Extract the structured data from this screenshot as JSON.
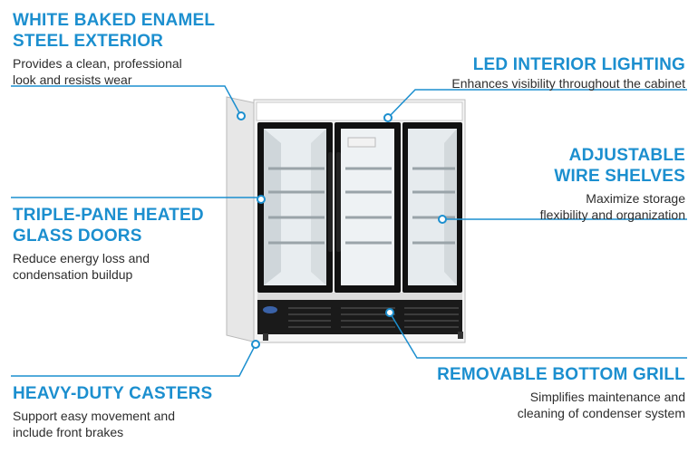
{
  "features": {
    "exterior": {
      "title_1": "WHITE BAKED ENAMEL",
      "title_2": "STEEL EXTERIOR",
      "desc_1": "Provides a clean, professional",
      "desc_2": "look and resists wear"
    },
    "lighting": {
      "title_1": "LED INTERIOR LIGHTING",
      "desc_1": "Enhances visibility throughout the cabinet"
    },
    "shelves": {
      "title_1": "ADJUSTABLE",
      "title_2": "WIRE SHELVES",
      "desc_1": "Maximize storage",
      "desc_2": "flexibility and organization"
    },
    "doors": {
      "title_1": "TRIPLE-PANE HEATED",
      "title_2": "GLASS DOORS",
      "desc_1": "Reduce energy loss and",
      "desc_2": "condensation buildup"
    },
    "casters": {
      "title_1": "HEAVY-DUTY CASTERS",
      "desc_1": "Support easy movement and",
      "desc_2": "include front brakes"
    },
    "grill": {
      "title_1": "REMOVABLE BOTTOM GRILL",
      "desc_1": "Simplifies maintenance and",
      "desc_2": "cleaning of condenser system"
    }
  },
  "colors": {
    "accent": "#1c8fcf",
    "text": "#2d2d2d",
    "cabinet_black": "#1a1a1a"
  }
}
